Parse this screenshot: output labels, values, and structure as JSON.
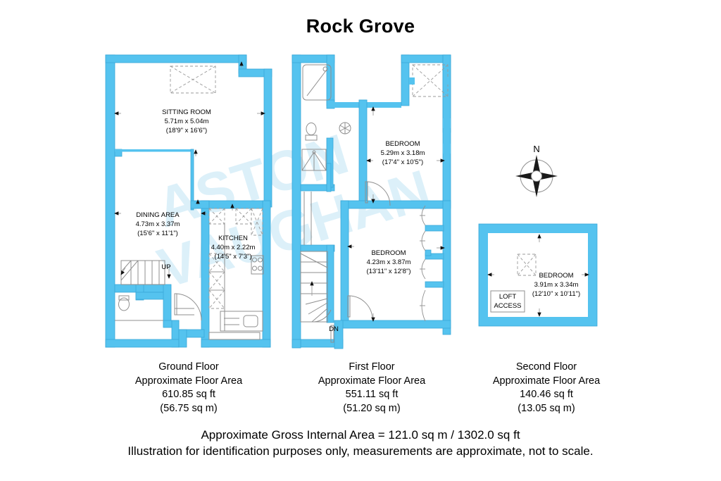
{
  "title": "Rock Grove",
  "watermark": {
    "line1": "ASTON",
    "line2": "VAUGHAN",
    "color": "#ddf0f8"
  },
  "colors": {
    "wall": "#55c3ef",
    "wall_stroke": "#3aa8d8",
    "fixture_stroke": "#9a9a9a",
    "text": "#000000",
    "background": "#ffffff"
  },
  "compass": {
    "label": "N",
    "name": "compass-rose"
  },
  "floors": [
    {
      "id": "ground",
      "caption_title": "Ground Floor",
      "caption_area_label": "Approximate Floor Area",
      "caption_sqft": "610.85 sq ft",
      "caption_sqm": "(56.75 sq m)",
      "rooms": [
        {
          "name": "SITTING ROOM",
          "dim_metric": "5.71m x 5.04m",
          "dim_imperial": "(18'9\" x 16'6\")"
        },
        {
          "name": "DINING AREA",
          "dim_metric": "4.73m x 3.37m",
          "dim_imperial": "(15'6\" x 11'1\")"
        },
        {
          "name": "KITCHEN",
          "dim_metric": "4.40m x 2.22m",
          "dim_imperial": "(14'5\" x 7'3\")"
        }
      ],
      "labels": [
        {
          "text": "UP",
          "name": "stair-up-label"
        }
      ]
    },
    {
      "id": "first",
      "caption_title": "First Floor",
      "caption_area_label": "Approximate Floor Area",
      "caption_sqft": "551.11 sq ft",
      "caption_sqm": "(51.20 sq m)",
      "rooms": [
        {
          "name": "BEDROOM",
          "dim_metric": "5.29m x 3.18m",
          "dim_imperial": "(17'4\" x 10'5\")"
        },
        {
          "name": "BEDROOM",
          "dim_metric": "4.23m x 3.87m",
          "dim_imperial": "(13'11\" x 12'8\")"
        }
      ],
      "labels": [
        {
          "text": "DN",
          "name": "stair-down-label"
        }
      ]
    },
    {
      "id": "second",
      "caption_title": "Second Floor",
      "caption_area_label": "Approximate Floor Area",
      "caption_sqft": "140.46 sq ft",
      "caption_sqm": "(13.05 sq m)",
      "rooms": [
        {
          "name": "BEDROOM",
          "dim_metric": "3.91m x 3.34m",
          "dim_imperial": "(12'10\" x 10'11\")"
        }
      ],
      "labels": [
        {
          "text": "LOFT",
          "name": "loft-access-line1"
        },
        {
          "text": "ACCESS",
          "name": "loft-access-line2"
        }
      ]
    }
  ],
  "footer": {
    "line1": "Approximate Gross Internal Area = 121.0 sq m / 1302.0 sq ft",
    "line2": "Illustration for identification purposes only, measurements are approximate, not to scale."
  }
}
